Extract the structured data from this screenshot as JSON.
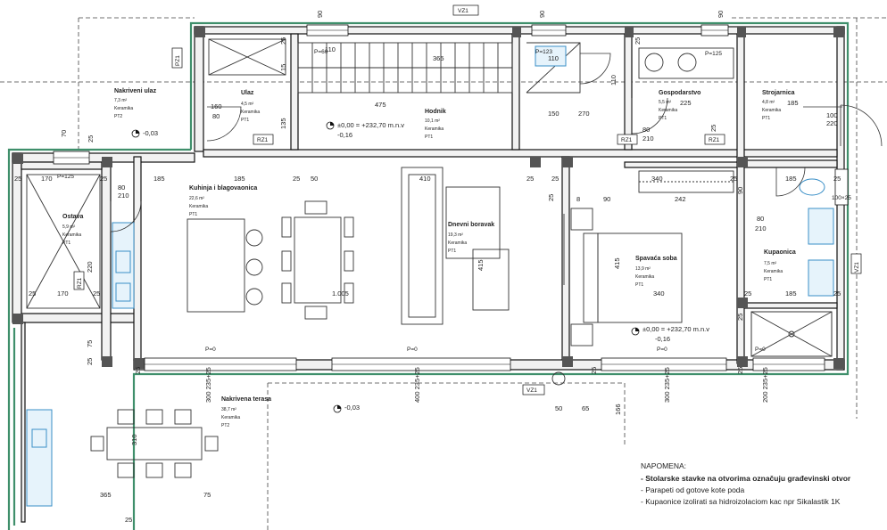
{
  "rooms": [
    {
      "name": "Nakriveni ulaz",
      "area": "7,3 m²",
      "finish": "Keramika",
      "code": "PT2"
    },
    {
      "name": "Ulaz",
      "area": "4,5 m²",
      "finish": "Keramika",
      "code": "PT1"
    },
    {
      "name": "Hodnik",
      "area": "10,1 m²",
      "finish": "Keramika",
      "code": "PT1"
    },
    {
      "name": "Gospodarstvo",
      "area": "5,5 m²",
      "finish": "Keramika",
      "code": "PT1"
    },
    {
      "name": "Strojarnica",
      "area": "4,8 m²",
      "finish": "Keramika",
      "code": "PT1"
    },
    {
      "name": "Ostava",
      "area": "5,9 m²",
      "finish": "Keramika",
      "code": "PT1"
    },
    {
      "name": "Kuhinja i blagovaonica",
      "area": "22,6 m²",
      "finish": "Keramika",
      "code": "PT1"
    },
    {
      "name": "Dnevni boravak",
      "area": "19,3 m²",
      "finish": "Keramika",
      "code": "PT1"
    },
    {
      "name": "Spavaća soba",
      "area": "13,9 m²",
      "finish": "Keramika",
      "code": "PT1"
    },
    {
      "name": "Kupaonica",
      "area": "7,5 m²",
      "finish": "Keramika",
      "code": "PT1"
    },
    {
      "name": "Nakrivena terasa",
      "area": "38,7 m²",
      "finish": "Keramika",
      "code": "PT2"
    }
  ],
  "levels": {
    "main_a": "±0,00 = +232,70 m.n.v",
    "main_a_sub": "-0,16",
    "main_b": "±0,00 = +232,70 m.n.v",
    "main_b_sub": "-0,16",
    "entry": "-0,03",
    "terrace": "-0,03"
  },
  "tags": {
    "vz1": "VZ1",
    "rz1": "RZ1",
    "pz1": "PZ1",
    "p125": "P=125",
    "p0": "P=0",
    "p60": "P=60",
    "p123": "P=123",
    "w90_25": "90\n+25",
    "w70": "70",
    "w100x25": "100×25"
  },
  "dimensions": {
    "d25": "25",
    "d170": "170",
    "d185": "185",
    "d50": "50",
    "d410": "410",
    "d340": "340",
    "d242": "242",
    "d90": "90",
    "d8": "8",
    "d80": "80",
    "d210": "210",
    "d220": "220",
    "d1005": "1.005",
    "d415": "415",
    "d365": "365",
    "d475": "475",
    "d110": "110",
    "d150": "150",
    "d270": "270",
    "d100": "100",
    "d225": "225",
    "d75": "75",
    "d310": "310",
    "d65": "65",
    "d160": "160",
    "d135": "135",
    "d15": "15",
    "d300_235": "300\n235+25",
    "d400_235": "400\n235+25",
    "d200_235": "200\n235+25",
    "d166": "166",
    "d25b": "25"
  },
  "notes": {
    "title": "NAPOMENA:",
    "lines": [
      "- Stolarske stavke na otvorima označuju građevinski otvor",
      "- Parapeti od gotove kote poda",
      "- Kupaonice izolirati sa hidroizolaciom kac npr Sikalastik 1K"
    ]
  },
  "colors": {
    "walls": "#111111",
    "insulation": "#3f8f6b",
    "sanitary": "#3a8fc7"
  }
}
